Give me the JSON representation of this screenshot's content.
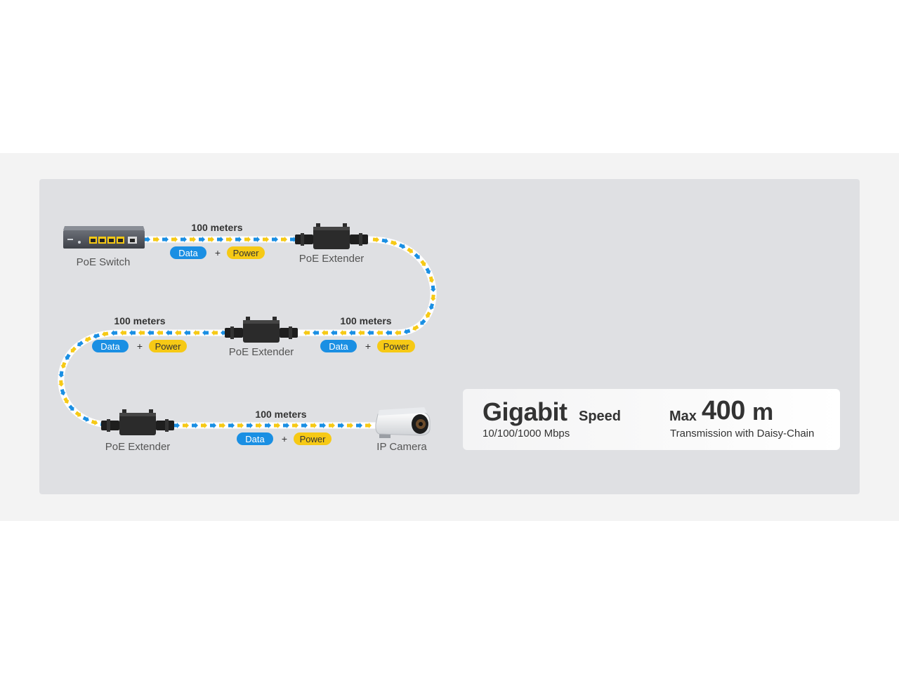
{
  "devices": {
    "switch_label": "PoE Switch",
    "extender_label_1": "PoE Extender",
    "extender_label_2": "PoE Extender",
    "extender_label_3": "PoE Extender",
    "camera_label": "IP Camera"
  },
  "segments": [
    {
      "distance": "100 meters",
      "data": "Data",
      "plus": "+",
      "power": "Power"
    },
    {
      "distance": "100 meters",
      "data": "Data",
      "plus": "+",
      "power": "Power"
    },
    {
      "distance": "100 meters",
      "data": "Data",
      "plus": "+",
      "power": "Power"
    },
    {
      "distance": "100 meters",
      "data": "Data",
      "plus": "+",
      "power": "Power"
    }
  ],
  "info": {
    "gigabit": "Gigabit",
    "speed": "Speed",
    "mbps": "10/100/1000 Mbps",
    "max": "Max",
    "distance": "400",
    "unit": "m",
    "transmission": "Transmission with Daisy-Chain"
  },
  "colors": {
    "data": "#1a8fe3",
    "power": "#f6c915",
    "cable": "#ffffff",
    "device": "#2b2b2b"
  }
}
